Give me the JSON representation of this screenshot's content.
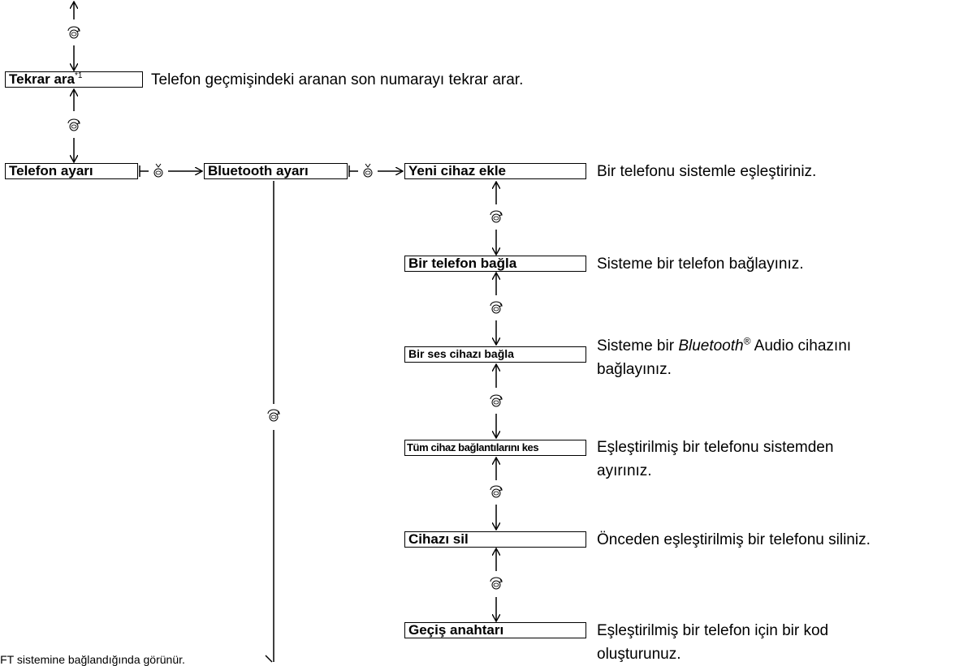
{
  "menu": {
    "redial": {
      "label": "Tekrar ara",
      "note": "*1",
      "desc": "Telefon geçmişindeki aranan son numarayı tekrar arar."
    },
    "phone_setup": {
      "label": "Telefon ayarı"
    },
    "bt_setup": {
      "label": "Bluetooth ayarı"
    },
    "items": [
      {
        "label": "Yeni cihaz ekle",
        "desc": [
          "Bir telefonu sistemle eşleştiriniz."
        ]
      },
      {
        "label": "Bir telefon bağla",
        "desc": [
          "Sisteme bir telefon bağlayınız."
        ]
      },
      {
        "label": "Bir ses cihazı bağla",
        "desc_prefix": "Sisteme bir ",
        "desc_brand": "Bluetooth",
        "desc_reg": "®",
        "desc_suffix": " Audio cihazını",
        "desc_line2": "bağlayınız."
      },
      {
        "label": "Tüm cihaz bağlantılarını kes",
        "desc": [
          "Eşleştirilmiş bir telefonu sistemden",
          "ayırınız."
        ]
      },
      {
        "label": "Cihazı sil",
        "desc": [
          "Önceden eşleştirilmiş bir telefonu siliniz."
        ]
      },
      {
        "label": "Geçiş anahtarı",
        "desc": [
          "Eşleştirilmiş bir telefon için bir kod",
          "oluşturunuz."
        ]
      }
    ],
    "footnote": "HFT sistemine bağlandığında görünür."
  },
  "icons": {
    "rotate": "selector-knob-rotate-icon",
    "press": "selector-knob-press-icon"
  }
}
